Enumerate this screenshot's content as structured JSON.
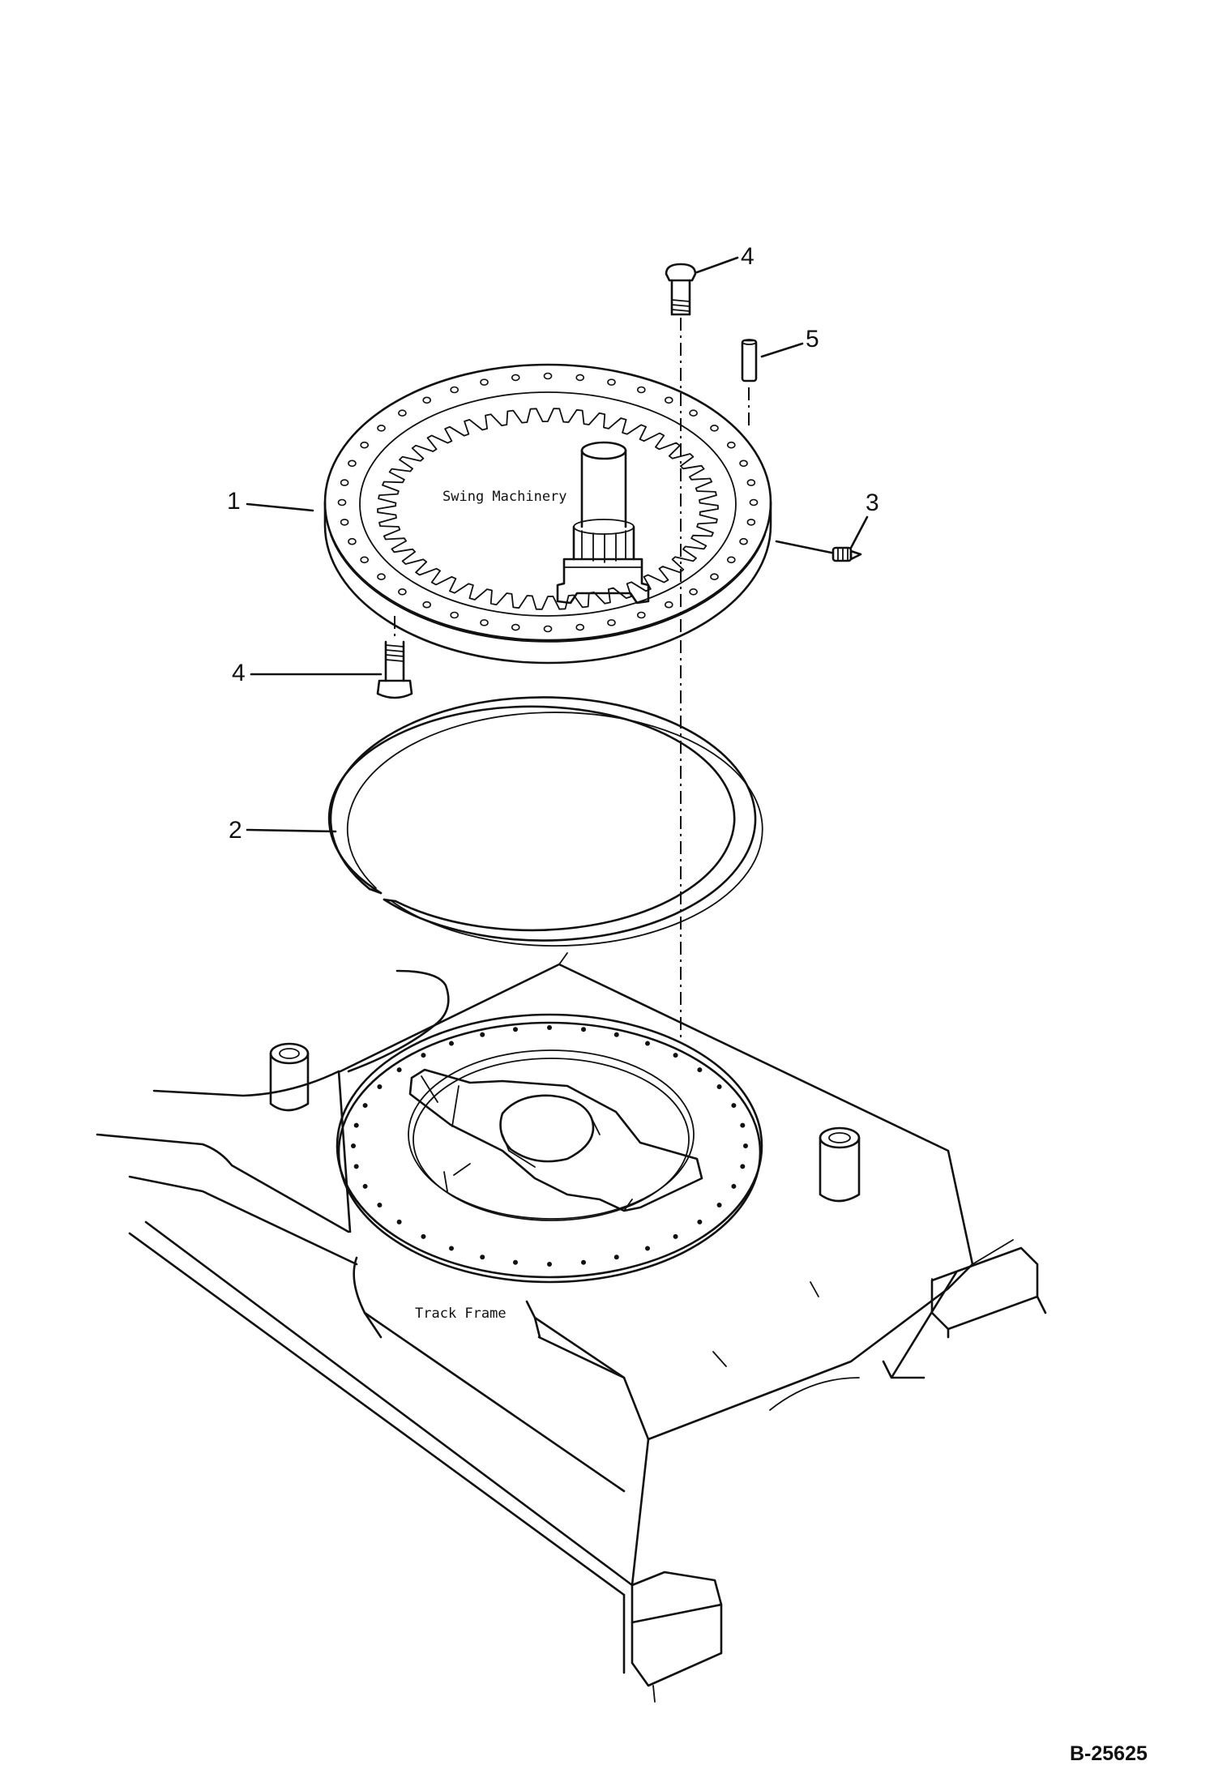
{
  "labels": {
    "swing_machinery": "Swing Machinery",
    "track_frame": "Track Frame"
  },
  "callouts": {
    "item1": "1",
    "item2": "2",
    "item3": "3",
    "item4_top": "4",
    "item4_bottom": "4",
    "item5": "5"
  },
  "reference": "B-25625"
}
